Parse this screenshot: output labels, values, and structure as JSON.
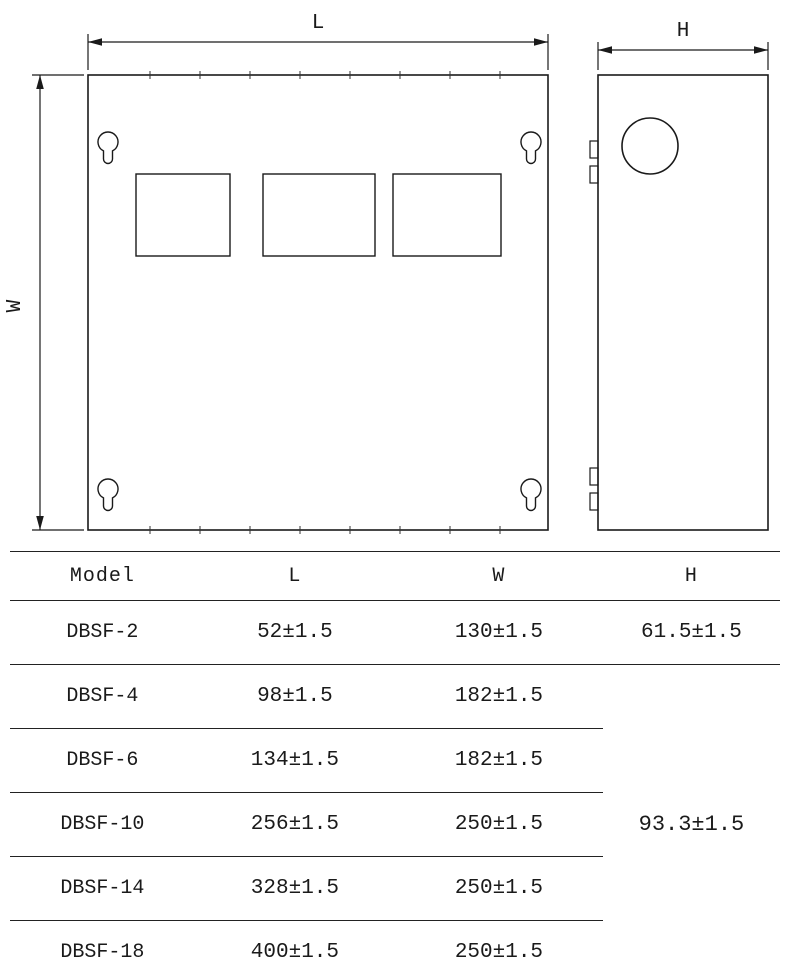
{
  "diagram": {
    "dimension_labels": {
      "L": "L",
      "W": "W",
      "H": "H"
    }
  },
  "table": {
    "headers": {
      "model": "Model",
      "l": "L",
      "w": "W",
      "h": "H"
    },
    "rows": [
      {
        "model": "DBSF-2",
        "l": "52±1.5",
        "w": "130±1.5",
        "h": "61.5±1.5"
      },
      {
        "model": "DBSF-4",
        "l": "98±1.5",
        "w": "182±1.5"
      },
      {
        "model": "DBSF-6",
        "l": "134±1.5",
        "w": "182±1.5"
      },
      {
        "model": "DBSF-10",
        "l": "256±1.5",
        "w": "250±1.5"
      },
      {
        "model": "DBSF-14",
        "l": "328±1.5",
        "w": "250±1.5"
      },
      {
        "model": "DBSF-18",
        "l": "400±1.5",
        "w": "250±1.5"
      }
    ],
    "merged_h_value": "93.3±1.5"
  }
}
